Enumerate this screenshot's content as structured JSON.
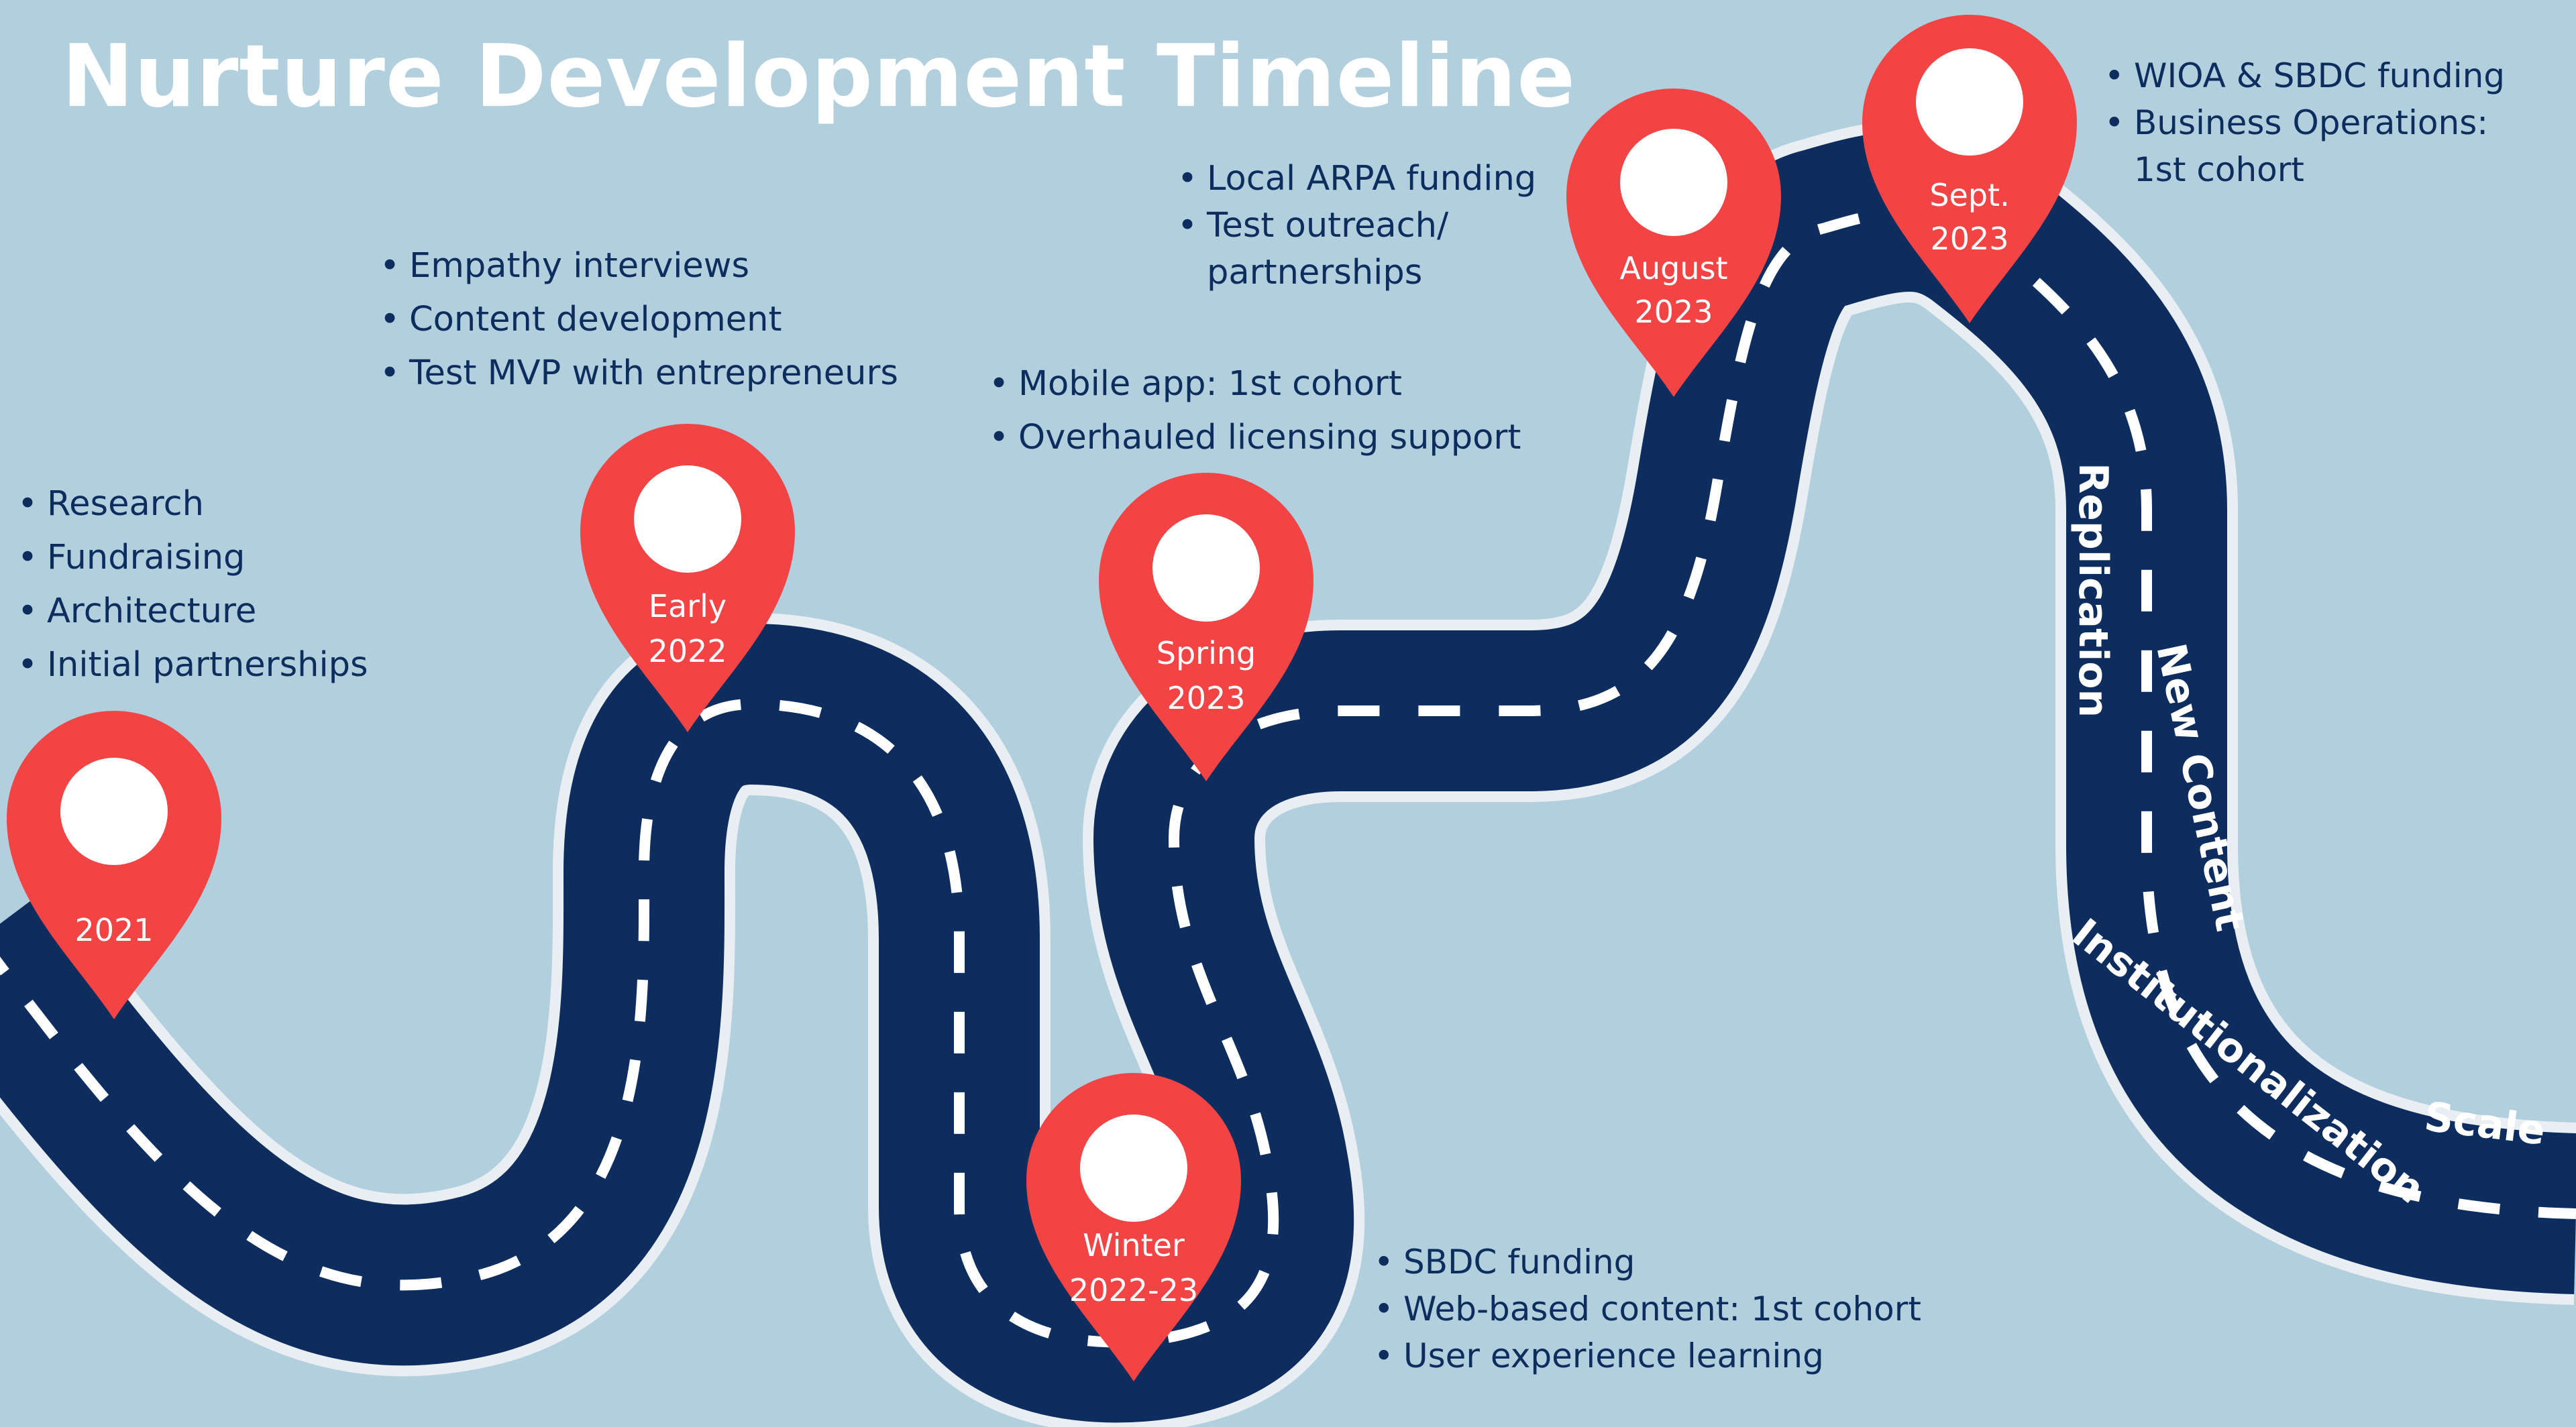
{
  "title": "Nurture Development Timeline",
  "colors": {
    "background": "#b1cfdd",
    "road": "#0d2d5e",
    "road_edge": "#e8eef2",
    "dash": "#ffffff",
    "pin": "#f24445",
    "text": "#0d2d5e"
  },
  "milestones": [
    {
      "label_lines": [
        "2021"
      ]
    },
    {
      "label_lines": [
        "Early",
        "2022"
      ]
    },
    {
      "label_lines": [
        "Winter",
        "2022-23"
      ]
    },
    {
      "label_lines": [
        "Spring",
        "2023"
      ]
    },
    {
      "label_lines": [
        "August",
        "2023"
      ]
    },
    {
      "label_lines": [
        "Sept.",
        "2023"
      ]
    }
  ],
  "notes": {
    "n2021": {
      "items": [
        "Research",
        "Fundraising",
        "Architecture",
        "Initial partnerships"
      ]
    },
    "early2022": {
      "items": [
        "Empathy interviews",
        "Content development",
        "Test MVP with entrepreneurs"
      ]
    },
    "winter": {
      "items": [
        "SBDC funding",
        "Web-based content: 1st cohort",
        "User experience learning"
      ]
    },
    "spring": {
      "items": [
        "Mobile app: 1st cohort",
        "Overhauled licensing support"
      ]
    },
    "august": {
      "items": [
        [
          "Local ARPA funding"
        ],
        [
          "Test outreach/",
          "partnerships"
        ]
      ]
    },
    "sept": {
      "items": [
        [
          "WIOA & SBDC funding"
        ],
        [
          "Business Operations:",
          "1st cohort"
        ]
      ]
    }
  },
  "phases": [
    "Replication",
    "New Content",
    "Institutionalization",
    "Scale"
  ]
}
